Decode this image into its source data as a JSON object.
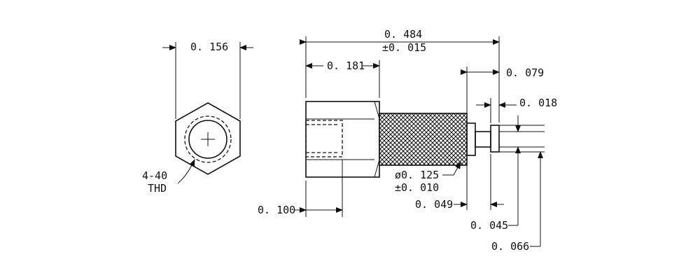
{
  "drawing": {
    "hex_width": "0. 156",
    "thread_callout_line1": "4-40",
    "thread_callout_line2": "THD",
    "overall_length": "0. 484",
    "overall_length_tol": "±0. 015",
    "hex_length": "0. 181",
    "tip_length": "0. 079",
    "flange_thickness": "0. 018",
    "body_diameter": "ø0. 125",
    "body_diameter_tol": "±0. 010",
    "thread_depth": "0. 100",
    "neck_length": "0. 049",
    "tip_diameter": "0. 045",
    "flange_diameter": "0. 066"
  }
}
